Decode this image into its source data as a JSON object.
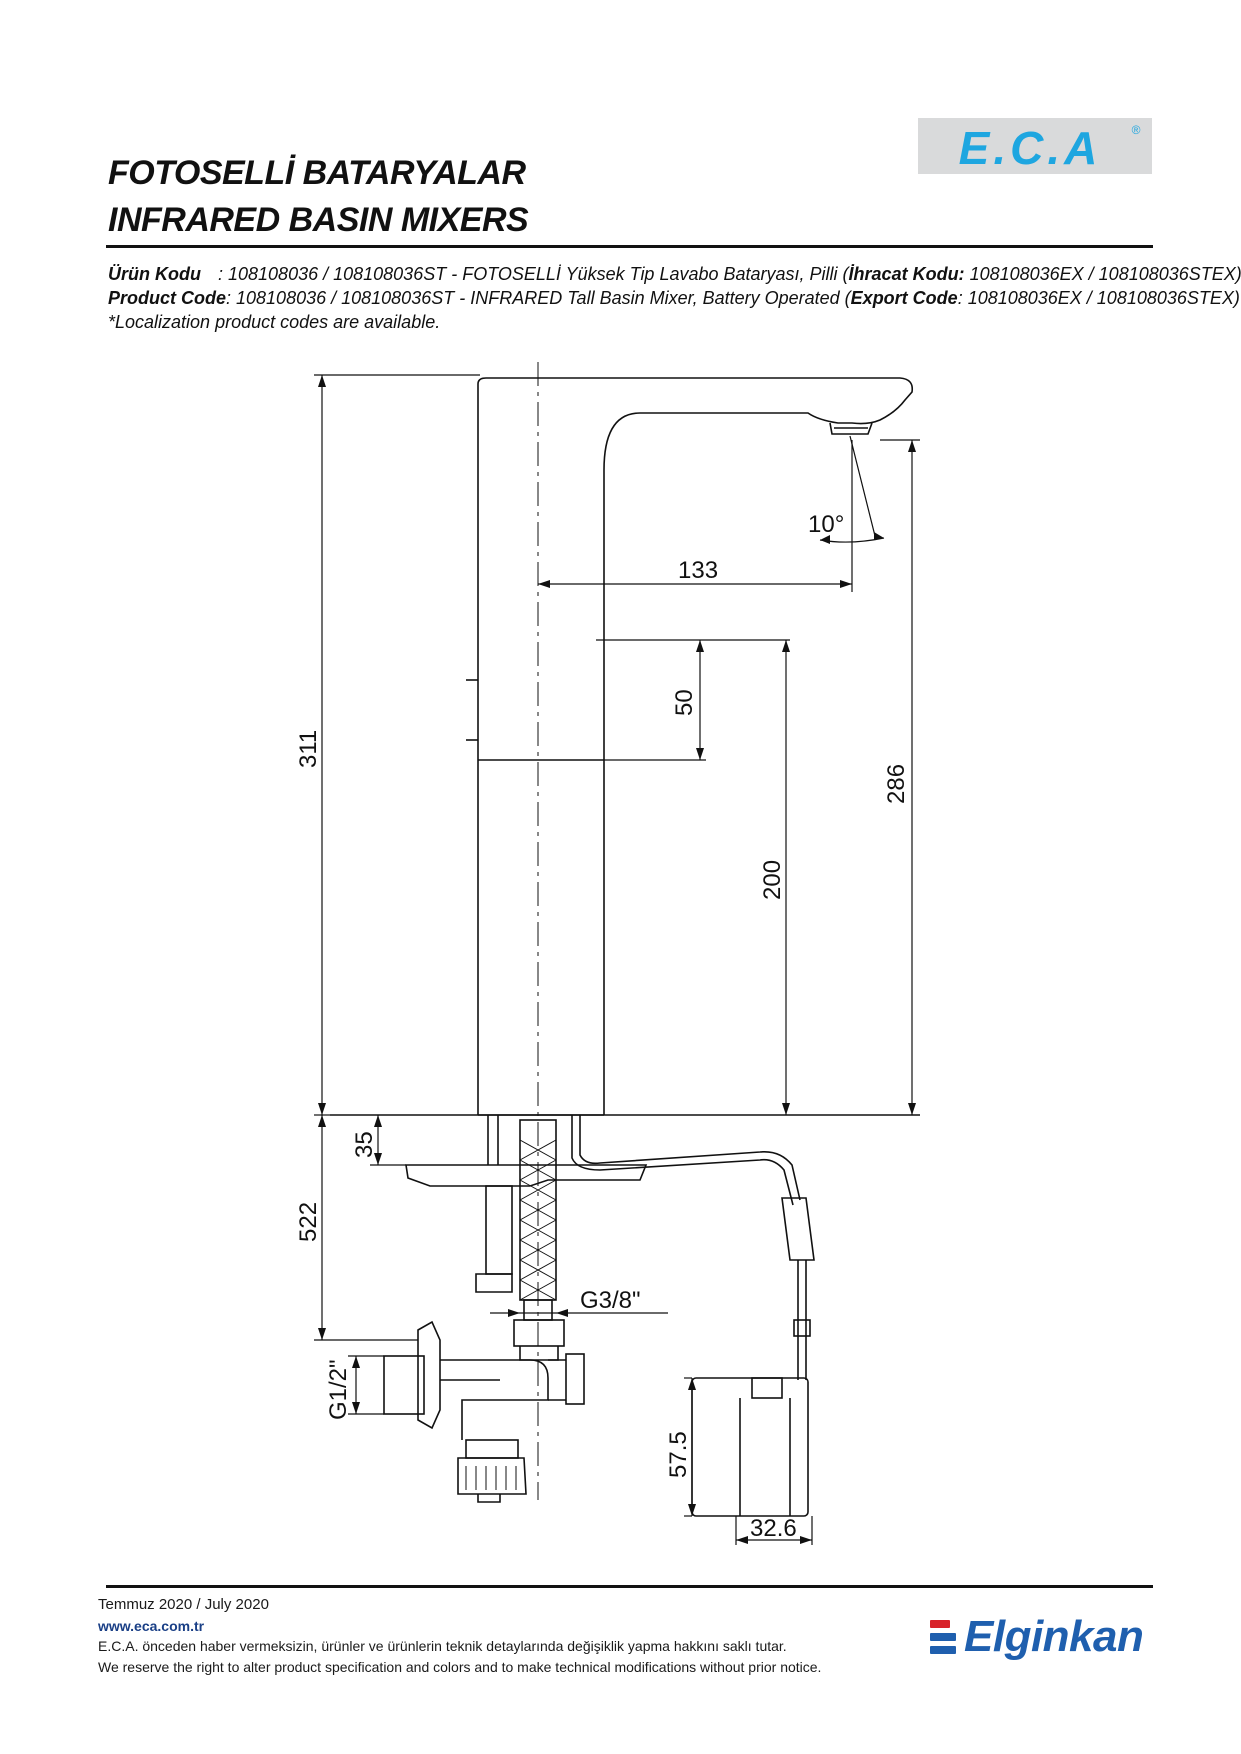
{
  "brand": {
    "logo_text": "E.C.A",
    "registered_mark": "®",
    "colors": {
      "eca_blue": "#1ea6e0",
      "logo_bg": "#d9dadb",
      "elginkan_blue": "#1f5fae",
      "elginkan_red": "#d8232a"
    }
  },
  "header": {
    "title_tr": "FOTOSELLİ BATARYALAR",
    "title_en": "INFRARED BASIN MIXERS"
  },
  "product": {
    "label_tr": "Ürün Kodu",
    "text_tr_pre": ": 108108036 / 108108036ST - FOTOSELLİ Yüksek Tip Lavabo Bataryası, Pilli (",
    "export_label_tr": "İhracat Kodu:",
    "text_tr_post": " 108108036EX / 108108036STEX)",
    "label_en": "Product Code",
    "text_en_pre": ": 108108036 / 108108036ST - INFRARED Tall Basin Mixer, Battery Operated (",
    "export_label_en": "Export Code",
    "text_en_post": ": 108108036EX / 108108036STEX)",
    "note": "*Localization product codes are available."
  },
  "drawing": {
    "dimensions": {
      "angle": "10°",
      "reach": "133",
      "sensor_gap": "50",
      "total_height": "311",
      "spout_height": "286",
      "clearance": "200",
      "base_thickness": "35",
      "below_counter": "522",
      "inlet_thread": "G3/8\"",
      "valve_thread": "G1/2\"",
      "battery_height": "57.5",
      "battery_width": "32.6"
    }
  },
  "footer": {
    "date": "Temmuz 2020 / July 2020",
    "url": "www.eca.com.tr",
    "notice_tr": "E.C.A. önceden haber vermeksizin, ürünler ve ürünlerin teknik detaylarında değişiklik yapma hakkını saklı tutar.",
    "notice_en": "We reserve the right to alter product specification and colors and to make technical modifications without prior notice.",
    "elginkan": "Elginkan"
  }
}
